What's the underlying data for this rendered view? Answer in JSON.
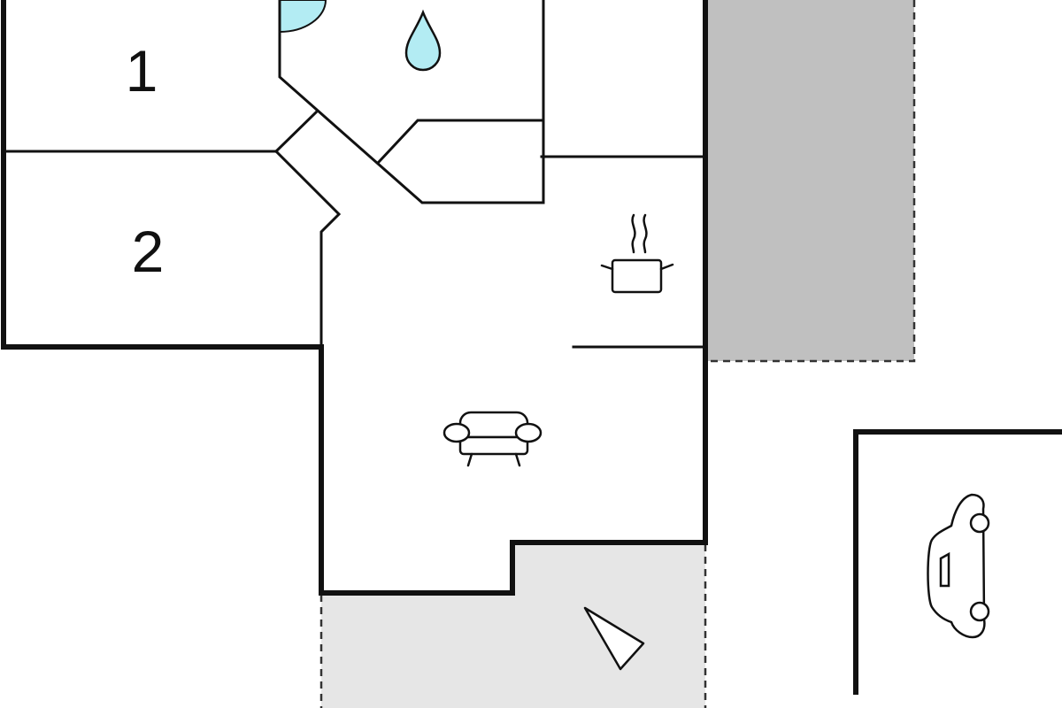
{
  "floorplan": {
    "rooms": [
      {
        "id": "room-1",
        "label": "1"
      },
      {
        "id": "room-2",
        "label": "2"
      }
    ],
    "icons": [
      "water-drop-icon",
      "cooking-pot-icon",
      "sofa-icon",
      "car-icon",
      "compass-north-icon"
    ],
    "colors": {
      "wall": "#111111",
      "bathroom_fixture": "#b3ecf3",
      "carport_roof": "#c0c0c0",
      "terrace": "#e6e6e6"
    }
  }
}
